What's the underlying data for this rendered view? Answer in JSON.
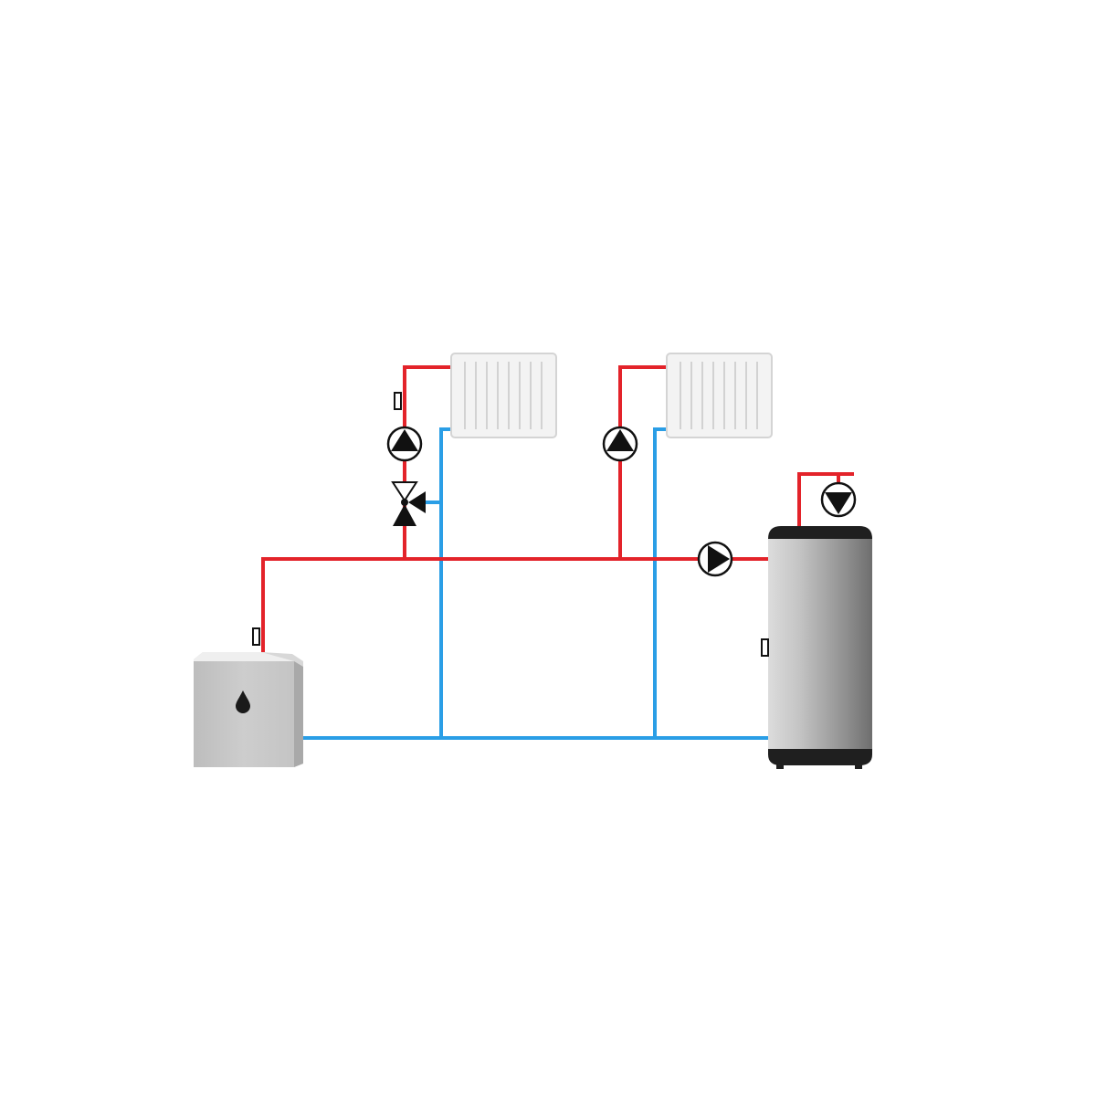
{
  "diagram": {
    "type": "heating-system-schematic",
    "colors": {
      "background": "#ffffff",
      "supply_pipe": "#e3232a",
      "return_pipe": "#2a9ee6",
      "radiator_fill": "#f2f2f2",
      "radiator_stroke": "#d6d6d6",
      "boiler_body": "#c8c8c8",
      "tank_dark": "#222222",
      "symbol": "#111111"
    },
    "components": [
      {
        "id": "oil-boiler",
        "icon": "oil-drop-icon"
      },
      {
        "id": "radiator-1",
        "icon": "radiator-icon"
      },
      {
        "id": "radiator-2",
        "icon": "radiator-icon"
      },
      {
        "id": "hot-water-storage-tank",
        "icon": "storage-tank-icon"
      },
      {
        "id": "pump-radiator-circuit-1",
        "icon": "circulation-pump-icon"
      },
      {
        "id": "pump-radiator-circuit-2",
        "icon": "circulation-pump-icon"
      },
      {
        "id": "pump-tank-charging",
        "icon": "circulation-pump-icon"
      },
      {
        "id": "pump-dhw-circulation",
        "icon": "circulation-pump-icon"
      },
      {
        "id": "three-way-mixing-valve",
        "icon": "mixing-valve-icon"
      },
      {
        "id": "temperature-sensor-boiler",
        "icon": "sensor-icon"
      },
      {
        "id": "temperature-sensor-circuit-1",
        "icon": "sensor-icon"
      },
      {
        "id": "temperature-sensor-tank",
        "icon": "sensor-icon"
      }
    ]
  }
}
